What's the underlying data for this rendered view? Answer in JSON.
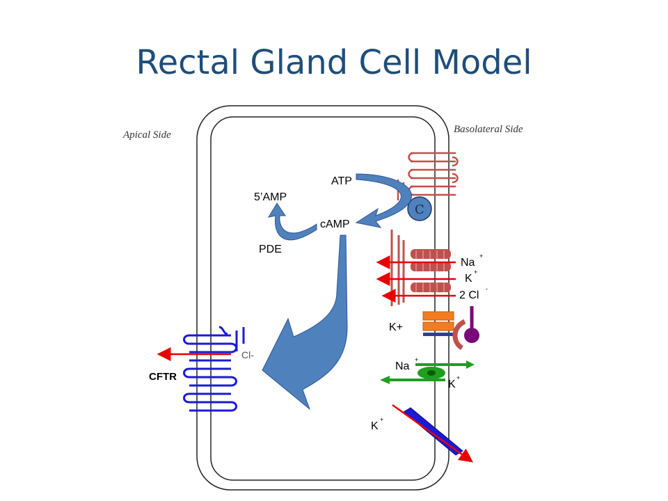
{
  "title": "Rectal Gland Cell Model",
  "sides": {
    "apical": "Apical Side",
    "basolateral": "Basolateral Side"
  },
  "pathway": {
    "atp": "ATP",
    "camp": "cAMP",
    "amp": "5’AMP",
    "pde": "PDE",
    "enzyme": "C"
  },
  "transporters": {
    "cotransporter": {
      "na": "Na",
      "na_sup": "+",
      "k": "K",
      "k_sup": "+",
      "cl": "2 Cl",
      "cl_sup": "-"
    },
    "k_channel": "K+",
    "pump": {
      "na": "Na",
      "na_sup": "+",
      "k": "K",
      "k_sup": "+"
    },
    "k_leak": {
      "k": "K",
      "k_sup": "+"
    },
    "cftr": {
      "label": "CFTR",
      "ion": "Cl-"
    }
  },
  "colors": {
    "title": "#1f4e79",
    "arrow_blue": "#4f81bd",
    "red": "#e60000",
    "maroon": "#c0504d",
    "orange": "#f47c20",
    "purple": "#7a0a7a",
    "green": "#1f9e1f",
    "cftr_blue": "#1a1ad8"
  }
}
